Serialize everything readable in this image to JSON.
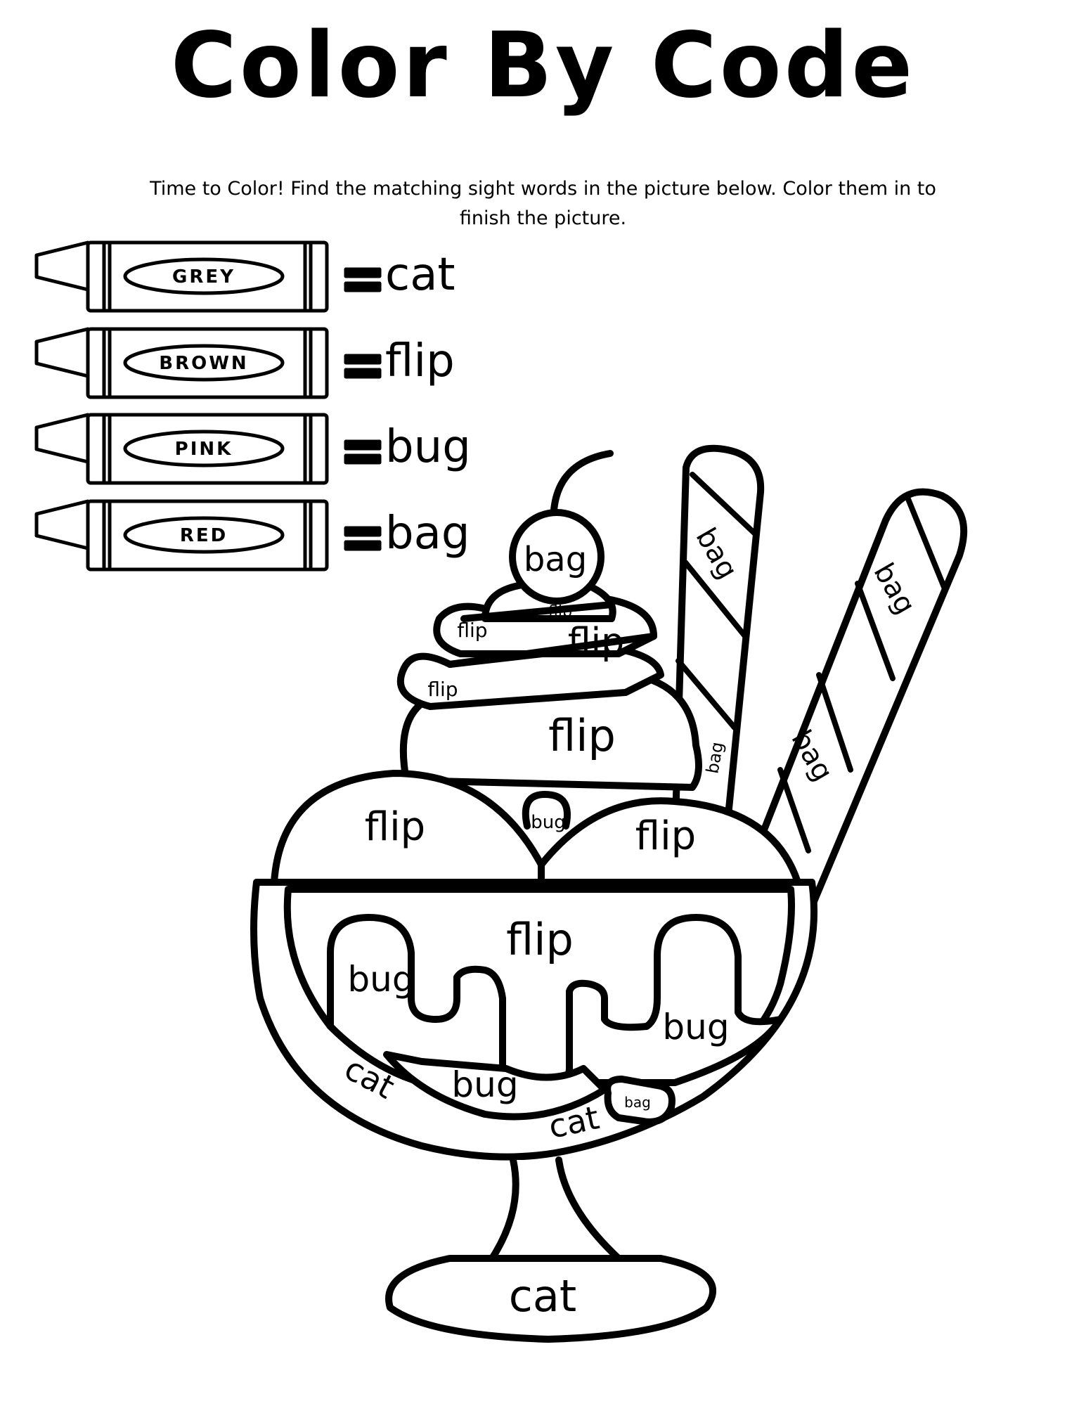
{
  "title": "Color By Code",
  "instructions": "Time to Color! Find the matching sight words in the picture below. Color them in to finish the picture.",
  "key": [
    {
      "color_name": "GREY",
      "word": "cat"
    },
    {
      "color_name": "BROWN",
      "word": "flip"
    },
    {
      "color_name": "PINK",
      "word": "bug"
    },
    {
      "color_name": "RED",
      "word": "bag"
    }
  ],
  "sundae_words": {
    "cherry": "bag",
    "swirl_tiny": "flip",
    "swirl_top_left": "flip",
    "swirl_top_right": "flip",
    "swirl_mid_left": "flip",
    "swirl_base": "flip",
    "swirl_heart": "bug",
    "wafer1_upper": "bag",
    "wafer1_lower": "bag",
    "wafer2_upper": "bag",
    "wafer2_lower": "bag",
    "scoop_left": "flip",
    "scoop_right": "flip",
    "cream": "flip",
    "drip_left": "bug",
    "drip_right": "bug",
    "scoop_bottom": "bug",
    "cup_left": "cat",
    "cup_center": "cat",
    "small_candy": "bag",
    "base": "cat"
  }
}
